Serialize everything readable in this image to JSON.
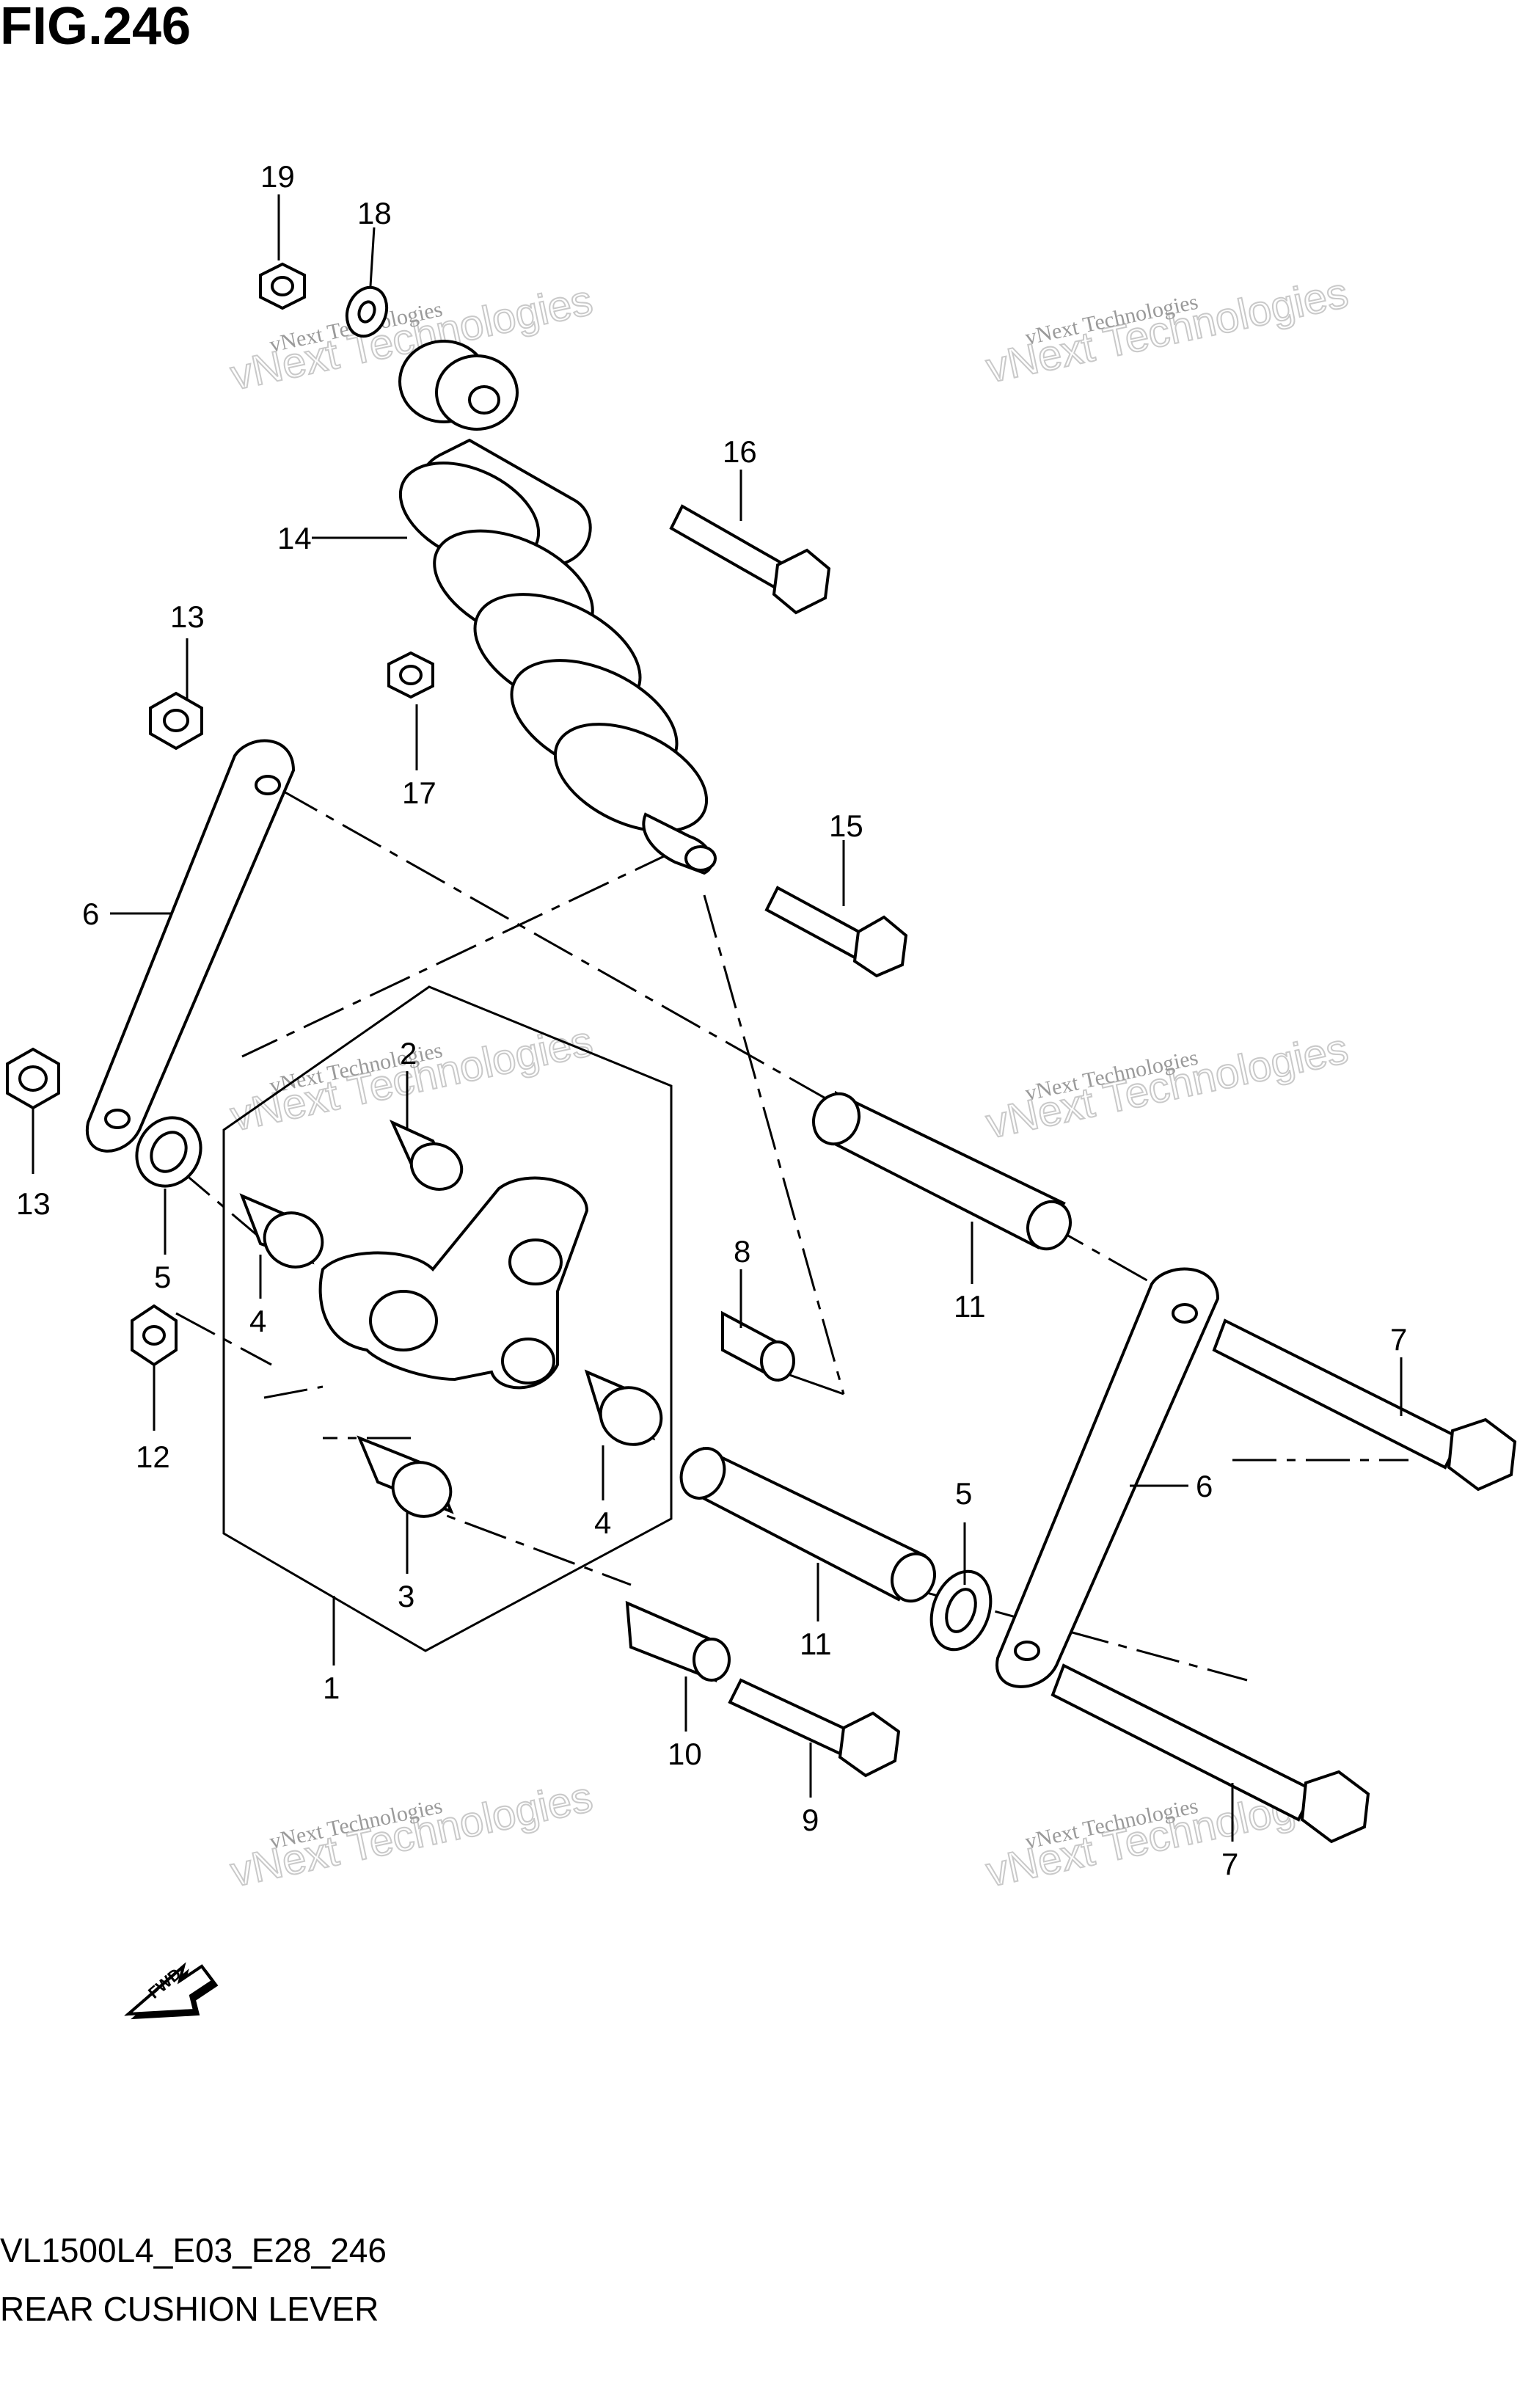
{
  "header": {
    "figure_label": "FIG.246"
  },
  "footer": {
    "model_code": "VL1500L4_E03_E28_246",
    "diagram_title": "REAR CUSHION LEVER"
  },
  "watermark": {
    "line1": "vNext Technologies",
    "line2": "vNext Technologies"
  },
  "fwd_label": "FWD",
  "callouts": {
    "c1": "1",
    "c2": "2",
    "c3": "3",
    "c4a": "4",
    "c4b": "4",
    "c5a": "5",
    "c5b": "5",
    "c6a": "6",
    "c6b": "6",
    "c7a": "7",
    "c7b": "7",
    "c8": "8",
    "c9": "9",
    "c10": "10",
    "c11a": "11",
    "c11b": "11",
    "c12": "12",
    "c13a": "13",
    "c13b": "13",
    "c14": "14",
    "c15": "15",
    "c16": "16",
    "c17": "17",
    "c18": "18",
    "c19": "19"
  }
}
